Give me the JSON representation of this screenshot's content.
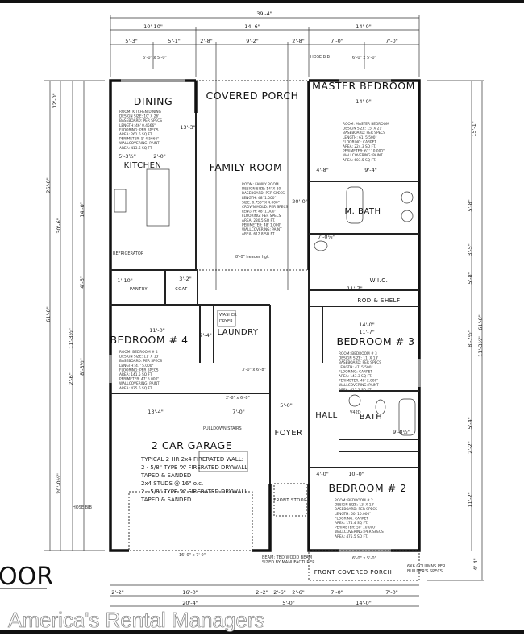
{
  "dimensions": {
    "top_total": "39'-4\"",
    "top_mid": [
      "10'-10\"",
      "14'-6\"",
      "14'-0\""
    ],
    "top_detail": [
      "5'-3\"",
      "5'-1\"",
      "2'-8\"",
      "9'-2\"",
      "2'-8\"",
      "7'-0\"",
      "7'-0\""
    ],
    "bottom_detail": [
      "2'-2\"",
      "16'-0\"",
      "2'-2\"",
      "2'-6\"",
      "2'-6\"",
      "7'-0\"",
      "7'-0\""
    ],
    "bottom_mid": [
      "20'-4\"",
      "5'-0\"",
      "14'-0\""
    ],
    "left": [
      "12'-0\"",
      "26'-0\"",
      "30'-6\"",
      "61'-0\"",
      "14'-0\"",
      "4'-6\"",
      "11'-3½\"",
      "8'-3½\"",
      "2'-6\"",
      "20'-0½\""
    ],
    "right": [
      "15'-1\"",
      "5'-8\"",
      "3'-5\"",
      "5'-8\"",
      "61'-0\"",
      "8'-7½\"",
      "11'-3½\"",
      "5'-4\"",
      "2'-2\"",
      "11'-2\"",
      "4'-4\""
    ],
    "interior": [
      "5'-3½\"",
      "2'-0\"",
      "13'-3\"",
      "20'-0\"",
      "14'-0\"",
      "4'-8\"",
      "9'-4\"",
      "7'-0½\"",
      "11'-7\"",
      "14'-0\"",
      "11'-7\"",
      "11'-0\"",
      "13'-4\"",
      "7'-0\"",
      "4'-0\"",
      "10'-0\"",
      "5'-0\"",
      "1'-10\"",
      "3'-2\"",
      "2'-4\"",
      "9'-8½\""
    ]
  },
  "rooms": {
    "dining": {
      "label": "DINING",
      "specs": [
        "ROOM: KITCHEN/DINING",
        "DESIGN SIZE: 10' X 26'",
        "BASEBOARD: PER SPECS",
        "LENGTH: 46' 0.4566\"",
        "FLOORING: PER SPECS",
        "AREA: 261.6 SQ FT.",
        "PERIMETER: 5' 4.5666\"",
        "WALLCOVERING: PAINT",
        "AREA: 413.6 SQ FT."
      ]
    },
    "kitchen": {
      "label": "KITCHEN"
    },
    "covered_porch": {
      "label": "COVERED PORCH"
    },
    "family_room": {
      "label": "FAMILY ROOM",
      "specs": [
        "ROOM: FAMILY ROOM",
        "DESIGN SIZE: 14' X 20'",
        "BASEBOARD: PER SPECS",
        "LENGTH: 48' 1.000\"",
        "SIZE: 0.750\" X 4.000\"",
        "CROWN MOLD: PER SPECS",
        "LENGTH: 48' 1.000\"",
        "FLOORING: PER SPECS",
        "AREA: 280.5 SQ FT.",
        "PERIMETER: 48' 1.000\"",
        "WALLCOVERING: PAINT",
        "AREA: 612.8 SQ FT."
      ]
    },
    "master_bedroom": {
      "label": "MASTER BEDROOM",
      "specs": [
        "ROOM: MASTER BEDROOM",
        "DESIGN SIZE: 15' X 21'",
        "BASEBOARD: PER SPECS",
        "LENGTH: 61' 5.500\"",
        "FLOORING: CARPET",
        "AREA: 224.3 SQ FT.",
        "PERIMETER: 61' 10.000\"",
        "WALLCOVERING: PAINT",
        "AREA: 603.5 SQ FT."
      ]
    },
    "master_bath": {
      "label": "M. BATH"
    },
    "wic": {
      "label": "W.I.C."
    },
    "rod_shelf": {
      "label": "ROD & SHELF"
    },
    "bedroom3": {
      "label": "BEDROOM # 3",
      "specs": [
        "ROOM: BEDROOM # 3",
        "DESIGN SIZE: 11' X 13'",
        "BASEBOARD: PER SPECS",
        "LENGTH: 47' 5.500\"",
        "FLOORING: CARPET",
        "AREA: 143.3 SQ FT.",
        "PERIMETER: 48' 2.000\"",
        "WALLCOVERING: PAINT",
        "AREA: 417.2 SQ FT."
      ]
    },
    "hall": {
      "label": "HALL"
    },
    "bath": {
      "label": "BATH"
    },
    "bedroom2": {
      "label": "BEDROOM # 2",
      "specs": [
        "ROOM: BEDROOM # 2",
        "DESIGN SIZE: 13' X 13'",
        "BASEBOARD: PER SPECS",
        "LENGTH: 50' 10.000\"",
        "FLOORING: CARPET",
        "AREA: 174.4 SQ FT.",
        "PERIMETER: 50' 10.000\"",
        "WALLCOVERING: PER SPECS",
        "AREA: 475.5 SQ FT."
      ]
    },
    "bedroom4": {
      "label": "BEDROOM # 4",
      "specs": [
        "ROOM: BEDROOM # 4",
        "DESIGN SIZE: 11' X 13'",
        "BASEBOARD: PER SPECS",
        "LENGTH: 47' 5.000\"",
        "FLOORING: PER SPECS",
        "AREA: 141.5 SQ FT.",
        "PERIMETER: 47' 5.000\"",
        "WALLCOVERING: PAINT",
        "AREA: 425.6 SQ FT."
      ]
    },
    "laundry": {
      "label": "LAUNDRY"
    },
    "pantry": {
      "label": "PANTRY"
    },
    "coat": {
      "label": "COAT"
    },
    "foyer": {
      "label": "FOYER"
    },
    "front_stoop": {
      "label": "FRONT STOOP"
    },
    "front_porch": {
      "label": "FRONT COVERED PORCH"
    },
    "garage": {
      "label": "2 CAR GARAGE",
      "specs": [
        "TYPICAL 2 HR 2x4 FIRERATED WALL:",
        "2 - 5/8\" TYPE 'X' FIRERATED DRYWALL",
        "TAPED & SANDED",
        "2x4 STUDS @ 16\" o.c.",
        "2 - 5/8\" TYPE 'X' FIRERATED DRYWALL",
        "TAPED & SANDED"
      ]
    }
  },
  "annotations": {
    "hose_bib_top": "HOSE BIB",
    "hose_bib_left": "HOSE BIB",
    "header_height": "8'-0\" header hgt.",
    "beam": "BEAM: TBD WOOD BEAM",
    "beam2": "SIZED BY MANUFACTURER",
    "columns": "6X6 COLUMNS PER",
    "columns2": "BUILDER'S SPECS",
    "pulldown": "PULLDOWN STAIRS",
    "refrigerator": "REFRIGERATOR",
    "vanity": "V42D",
    "washer": "WASHER",
    "dryer": "DRYER",
    "window": "6'-0\" x 5'-0\"",
    "garage_door": "16'-0\" x 7'-0\"",
    "door_2868": "2'-8\" x 6'-8\"",
    "door_3068": "3'-0\" x 6'-8\""
  },
  "logo_text": "OOR",
  "watermark": "America's Rental Managers"
}
